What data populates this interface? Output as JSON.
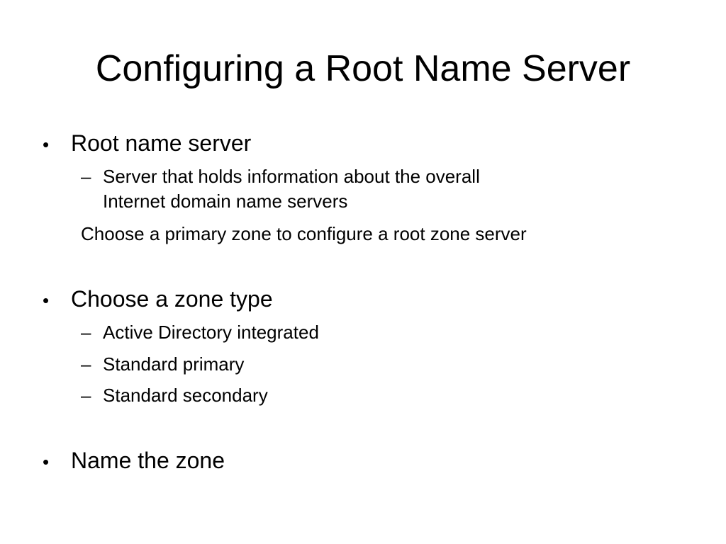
{
  "slide": {
    "title": "Configuring a Root Name Server",
    "bullet_glyph": "•",
    "dash_glyph": "–",
    "bullets": [
      {
        "text": "Root name server",
        "subs": [
          {
            "line1": "Server that holds information about the overall",
            "line2": "Internet domain name servers"
          }
        ],
        "note": "Choose a primary zone to configure a root zone server"
      },
      {
        "text": "Choose a zone type",
        "subs": [
          {
            "line1": "Active Directory integrated"
          },
          {
            "line1": "Standard primary"
          },
          {
            "line1": "Standard secondary"
          }
        ]
      },
      {
        "text": "Name the zone"
      }
    ]
  }
}
